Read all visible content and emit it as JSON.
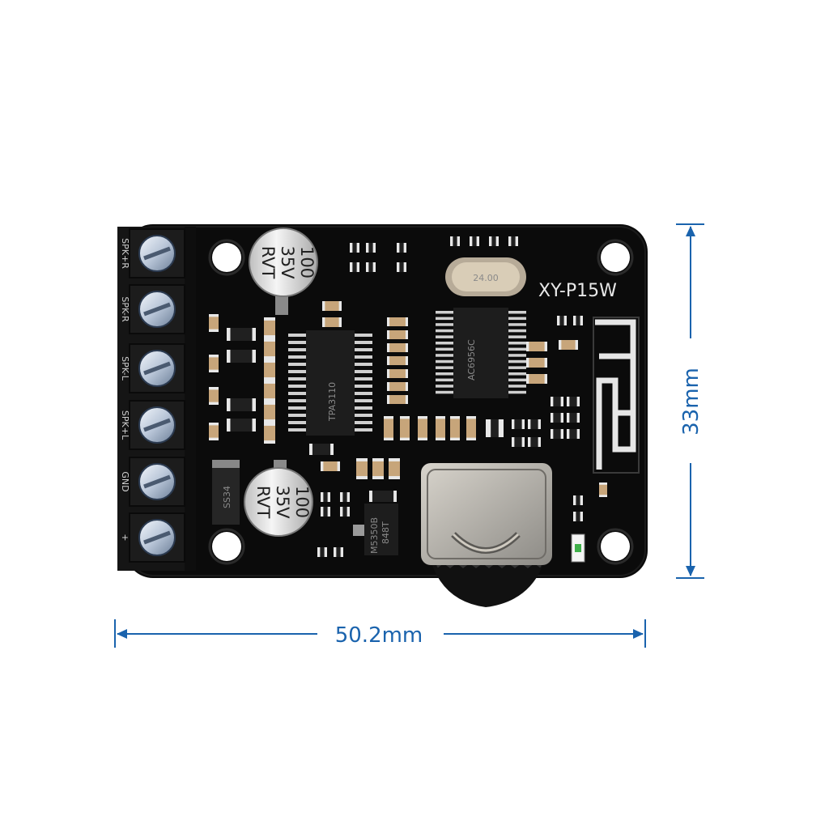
{
  "dimensions": {
    "width_label": "50.2mm",
    "height_label": "33mm",
    "color": "#1a63ad"
  },
  "board": {
    "model_label": "XY-P15W",
    "capacitor_top": {
      "line1": "100",
      "line2": "35V",
      "line3": "RVT"
    },
    "capacitor_bottom": {
      "line1": "100",
      "line2": "35V",
      "line3": "RVT"
    },
    "crystal_label": "24.00",
    "regulator_label_1": "M5350B",
    "regulator_label_2": "848T",
    "diode_label": "SS34",
    "bt_chip_label": "AC6956C",
    "amp_chip_label": "TPA3110",
    "terminal_labels": [
      "SPK+R",
      "SPK-R",
      "SPK-L",
      "SPK+L",
      "GND",
      "+"
    ],
    "pcb_color": "#0b0b0b",
    "terminal_color": "#151515",
    "screw_color": "#b9c6d8"
  }
}
